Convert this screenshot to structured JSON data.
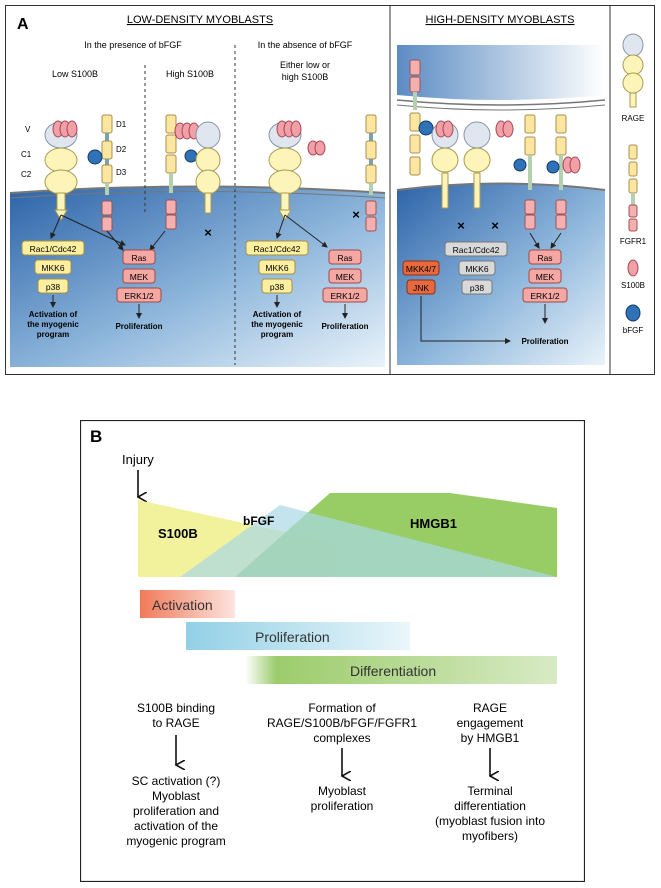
{
  "panel_a": {
    "letter": "A",
    "low_density_title": "LOW-DENSITY MYOBLASTS",
    "high_density_title": "HIGH-DENSITY MYOBLASTS",
    "with_bfgf": "In the presence of bFGF",
    "without_bfgf_1": "In the absence of bFGF",
    "without_bfgf_2": "Either low or",
    "without_bfgf_3": "high S100B",
    "low_s100b": "Low S100B",
    "high_s100b": "High S100B",
    "domain_v": "V",
    "domain_c1": "C1",
    "domain_c2": "C2",
    "domain_d1": "D1",
    "domain_d2": "D2",
    "domain_d3": "D3",
    "rac": "Rac1/Cdc42",
    "mkk6": "MKK6",
    "p38": "p38",
    "ras": "Ras",
    "mek": "MEK",
    "erk": "ERK1/2",
    "mkk47": "MKK4/7",
    "jnk": "JNK",
    "activation_1": "Activation of",
    "activation_2": "the myogenic",
    "activation_3": "program",
    "proliferation": "Proliferation",
    "legend": {
      "rage": "RAGE",
      "fgfr1": "FGFR1",
      "s100b": "S100B",
      "bfgf": "bFGF"
    }
  },
  "panel_b": {
    "letter": "B",
    "injury": "Injury",
    "s100b": "S100B",
    "bfgf": "bFGF",
    "hmgb1": "HMGB1",
    "activation": "Activation",
    "proliferation": "Proliferation",
    "differentiation": "Differentiation",
    "col1_top": [
      "S100B binding",
      "to RAGE"
    ],
    "col1_bottom": [
      "SC activation (?)",
      "Myoblast",
      "proliferation and",
      "activation of the",
      "myogenic program"
    ],
    "col2_top": [
      "Formation of",
      "RAGE/S100B/bFGF/FGFR1",
      "complexes"
    ],
    "col2_bottom": [
      "Myoblast",
      "proliferation"
    ],
    "col3_top": [
      "RAGE",
      "engagement",
      "by HMGB1"
    ],
    "col3_bottom": [
      "Terminal",
      "differentiation",
      "(myoblast fusion into",
      "myofibers)"
    ]
  },
  "colors": {
    "yellow_box": "#fcf0a0",
    "pink_box": "#f4a7a3",
    "grey_box": "#d9d9d9",
    "orange_box": "#e8693e",
    "bfgf_blue": "#2f72b8",
    "s100b_curve": "#eef08a",
    "bfgf_curve": "#a9d8e6",
    "hmgb1_curve": "#8dc653"
  }
}
